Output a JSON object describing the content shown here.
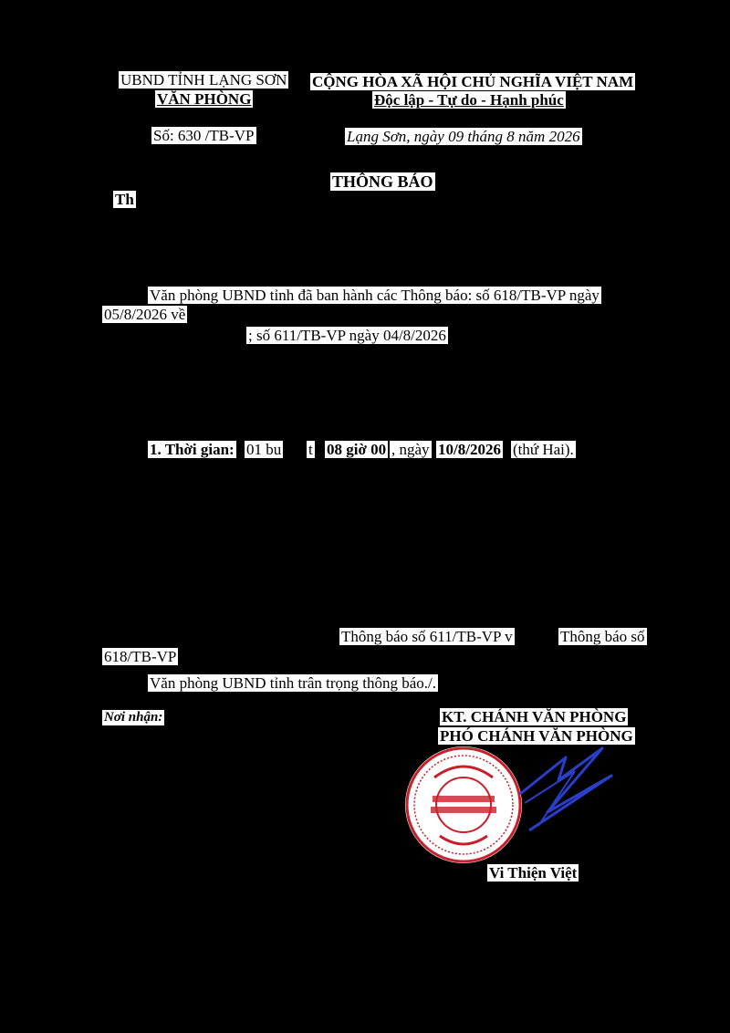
{
  "header": {
    "agency": "UBND TỈNH LẠNG SƠN",
    "office": "VĂN PHÒNG",
    "number": "Số: 630 /TB-VP",
    "nation": "CỘNG HÒA XÃ HỘI CHỦ NGHĨA VIỆT NAM",
    "motto": "Độc lập - Tự do - Hạnh phúc",
    "place_date": "Lạng Sơn, ngày 09 tháng 8 năm 2026"
  },
  "title": {
    "main": "THÔNG BÁO",
    "sub_fragment": "Th"
  },
  "body": {
    "p1_line1": "Văn phòng UBND tỉnh đã ban hành các Thông báo: số 618/TB-VP ngày",
    "p1_line2": "05/8/2026 về",
    "p1_line3": "; số 611/TB-VP ngày 04/8/2026",
    "time_label": "1. Thời gian:",
    "time_text_a": "01 bu",
    "time_text_b": "t",
    "time_hour": "08 giờ 00",
    "time_sep": ", ngày",
    "time_date": "10/8/2026",
    "time_weekday": "(thứ Hai).",
    "ref_line1_a": "Thông báo số 611/TB-VP v",
    "ref_line1_b": "Thông báo số",
    "ref_line2": "618/TB-VP",
    "closing": "Văn phòng UBND tỉnh trân trọng thông báo./."
  },
  "footer": {
    "recipients_label": "Nơi nhận:",
    "sign_title1": "KT. CHÁNH VĂN PHÒNG",
    "sign_title2": "PHÓ CHÁNH VĂN PHÒNG",
    "signer": "Vi Thiện Việt"
  },
  "colors": {
    "stamp": "#c8202a",
    "signature_ink": "#2a3fc9",
    "background": "#000000",
    "paper": "#ffffff"
  }
}
